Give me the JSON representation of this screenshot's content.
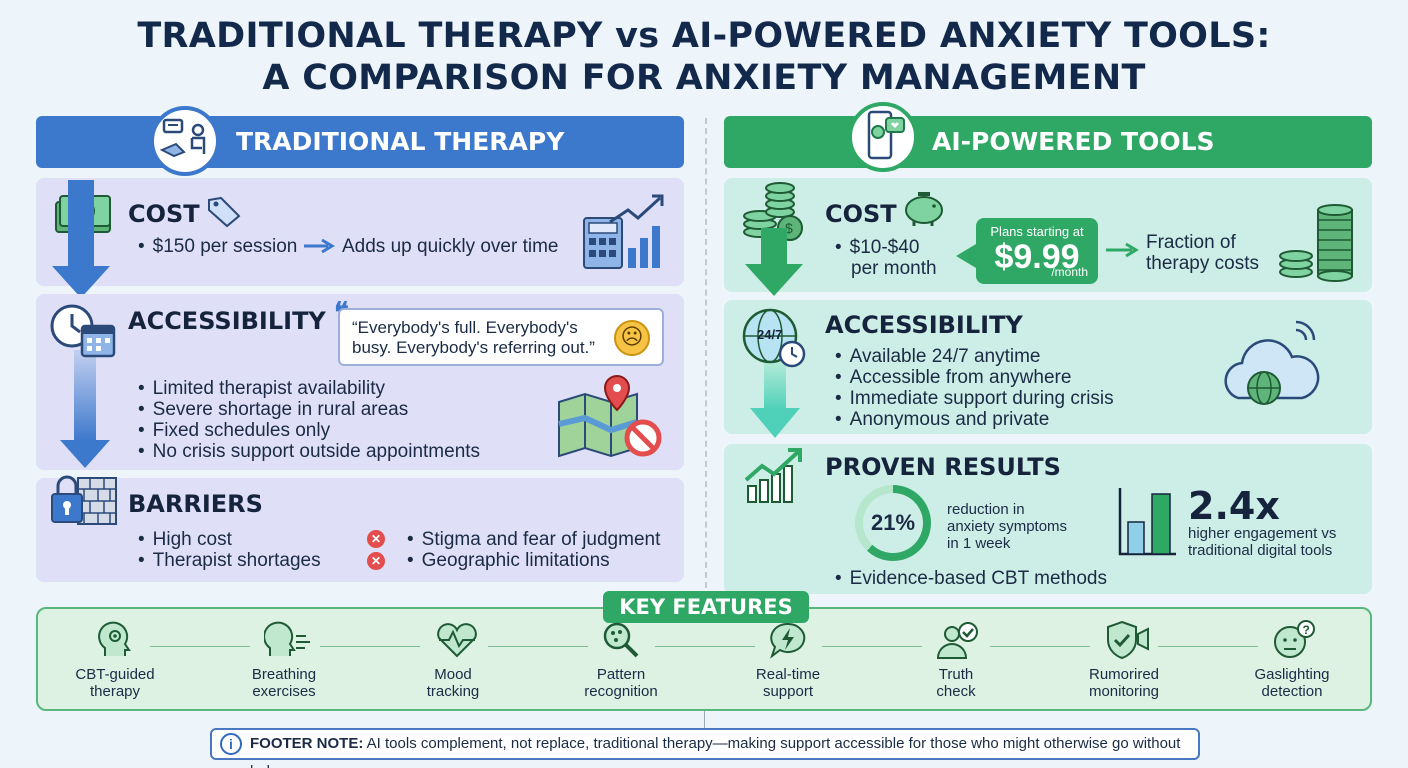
{
  "title": {
    "line1": "TRADITIONAL THERAPY vs AI-POWERED ANXIETY TOOLS:",
    "line2": "A COMPARISON FOR ANXIETY MANAGEMENT"
  },
  "colors": {
    "blue": "#3c78cc",
    "green": "#2fa866",
    "left_panel": "#dfe0f7",
    "right_panel": "#cdeee6"
  },
  "left": {
    "header": "TRADITIONAL THERAPY",
    "cost": {
      "title": "COST",
      "item": "$150 per session",
      "result": "Adds up quickly over time"
    },
    "accessibility": {
      "title": "ACCESSIBILITY",
      "quote_mark": "❝",
      "quote": "“Everybody's full. Everybody's busy. Everybody's referring out.”",
      "emoji": "☹",
      "items": [
        "Limited therapist availability",
        "Severe shortage in rural areas",
        "Fixed schedules only",
        "No crisis support outside appointments"
      ]
    },
    "barriers": {
      "title": "BARRIERS",
      "col1": [
        "High cost",
        "Therapist shortages"
      ],
      "col2": [
        "Stigma and fear of judgment",
        "Geographic limitations"
      ],
      "x_icon": "✕"
    }
  },
  "right": {
    "header": "AI-POWERED TOOLS",
    "cost": {
      "title": "COST",
      "item_line1": "$10-$40",
      "item_line2": "per month",
      "plan_label": "Plans starting at",
      "plan_price": "$9.99",
      "plan_unit": "/month",
      "result_line1": "Fraction of",
      "result_line2": "therapy costs"
    },
    "accessibility": {
      "title": "ACCESSIBILITY",
      "clock_label": "24/7",
      "items": [
        "Available 24/7 anytime",
        "Accessible from anywhere",
        "Immediate support during crisis",
        "Anonymous and private"
      ]
    },
    "results": {
      "title": "PROVEN RESULTS",
      "stat1_value": "21%",
      "stat1_fraction": 0.62,
      "stat1_line1": "reduction in",
      "stat1_line2": "anxiety symptoms",
      "stat1_line3": "in 1 week",
      "stat2_value": "2.4x",
      "stat2_line1": "higher engagement vs",
      "stat2_line2": "traditional digital tools",
      "bullet": "Evidence-based CBT methods"
    }
  },
  "key_features": {
    "title": "KEY FEATURES",
    "items": [
      {
        "line1": "CBT-guided",
        "line2": "therapy",
        "icon": "head-gears-icon"
      },
      {
        "line1": "Breathing",
        "line2": "exercises",
        "icon": "breathing-icon"
      },
      {
        "line1": "Mood",
        "line2": "tracking",
        "icon": "heartbeat-icon"
      },
      {
        "line1": "Pattern",
        "line2": "recognition",
        "icon": "magnifier-icon"
      },
      {
        "line1": "Real-time",
        "line2": "support",
        "icon": "lightning-chat-icon"
      },
      {
        "line1": "Truth",
        "line2": "check",
        "icon": "person-check-icon"
      },
      {
        "line1": "Rumorired",
        "line2": "monitoring",
        "icon": "shield-check-icon"
      },
      {
        "line1": "Gaslighting",
        "line2": "detection",
        "icon": "question-face-icon"
      }
    ]
  },
  "footer": {
    "icon": "i",
    "label": "FOOTER NOTE:",
    "text": " AI tools complement, not replace, traditional therapy—making support accessible for those who might otherwise go without help."
  }
}
